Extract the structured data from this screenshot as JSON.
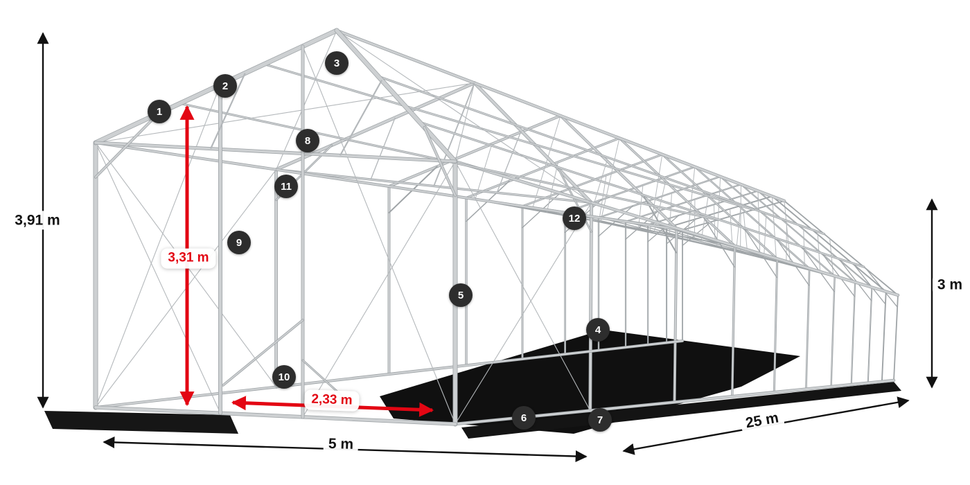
{
  "dimensions": {
    "total_height": "3,91 m",
    "inner_height": "3,31 m",
    "side_height": "3 m",
    "width": "5 m",
    "length": "25 m",
    "entrance_width": "2,33 m"
  },
  "callouts": [
    {
      "label": "1"
    },
    {
      "label": "2"
    },
    {
      "label": "3"
    },
    {
      "label": "4"
    },
    {
      "label": "5"
    },
    {
      "label": "6"
    },
    {
      "label": "7"
    },
    {
      "label": "8"
    },
    {
      "label": "9"
    },
    {
      "label": "10"
    },
    {
      "label": "11"
    },
    {
      "label": "12"
    }
  ],
  "colors": {
    "accent_red": "#e30613",
    "badge_background": "#2d2d2d",
    "steel_light": "#cdd0d2",
    "steel_dark": "#9fa4a7",
    "dimension_black": "#111111",
    "shadow_black": "#101010"
  }
}
